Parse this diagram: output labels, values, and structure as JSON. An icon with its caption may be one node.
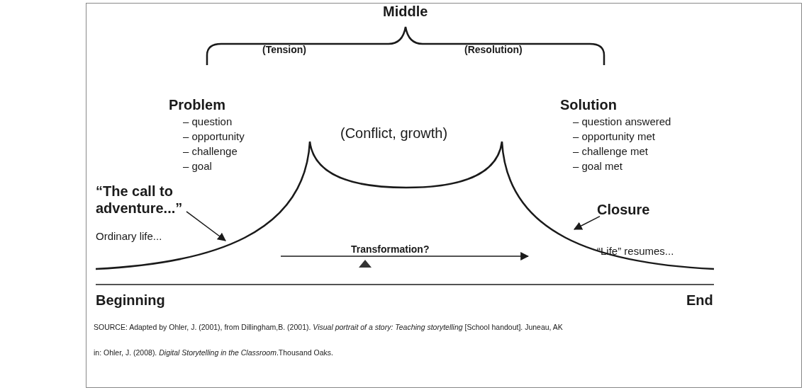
{
  "diagram": {
    "nodes": [
      {
        "text": [
          "“The call to adventure...”"
        ]
      },
      {
        "text": [
          "Closure"
        ]
      }
    ],
    "edges": [
      {
        "from": 0,
        "to": null,
        "arrow": "to"
      },
      {
        "from": 1,
        "to": null,
        "arrow": "to"
      }
    ],
    "labels": [
      "Middle",
      "(Tension)",
      "(Resolution)",
      "Problem",
      "– question",
      "– opportunity",
      "– challenge",
      "– goal",
      "Solution",
      "– question answered",
      "– opportunity met",
      "– challenge met",
      "– goal met",
      "(Conflict, growth)",
      "Ordinary life...",
      "“Life” resumes...",
      "Transformation?",
      "Beginning",
      "End",
      "SOURCE: Adapted by Ohler, J. (2001), from Dillingham,B. (2001). *Visual portrait of a story: Teaching storytelling* [School handout]. Juneau, AK",
      "in: Ohler, J. (2008). *Digital Storytelling in the Classroom*.Thousand Oaks."
    ]
  }
}
